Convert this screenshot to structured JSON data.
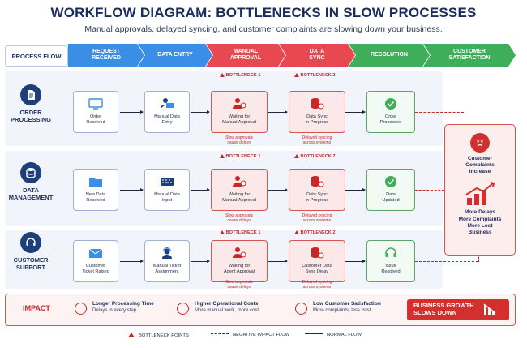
{
  "title": "WORKFLOW DIAGRAM: BOTTLENECKS IN SLOW PROCESSES",
  "subtitle": "Manual approvals, delayed syncing, and customer complaints are slowing down your business.",
  "process_flow_label": "PROCESS FLOW",
  "stages": [
    {
      "label": "REQUEST\nRECEIVED",
      "color": "#3a8ee6"
    },
    {
      "label": "DATA ENTRY",
      "color": "#3a8ee6"
    },
    {
      "label": "MANUAL\nAPPROVAL",
      "color": "#e8484f"
    },
    {
      "label": "DATA\nSYNC",
      "color": "#e8484f"
    },
    {
      "label": "RESOLUTION",
      "color": "#3fae5a"
    },
    {
      "label": "CUSTOMER\nSATISFACTION",
      "color": "#3fae5a"
    }
  ],
  "rows": [
    {
      "label": "ORDER\nPROCESSING",
      "icon": "document-icon",
      "steps": [
        "Order\nReceived",
        "Manual Data\nEntry",
        "Waiting for\nManual Approval",
        "Data Sync\nin Progress",
        "Order\nProcessed"
      ],
      "bottleneck_labels": [
        "BOTTLENECK 1",
        "BOTTLENECK 2"
      ],
      "notes": [
        "Slow approvals\ncause delays",
        "Delayed syncing\nacross systems"
      ]
    },
    {
      "label": "DATA\nMANAGEMENT",
      "icon": "database-icon",
      "steps": [
        "New Data\nReceived",
        "Manual Data\nInput",
        "Waiting for\nManual Approval",
        "Data Sync\nin Progress",
        "Data\nUpdated"
      ],
      "bottleneck_labels": [
        "BOTTLENECK 1",
        "BOTTLENECK 2"
      ],
      "notes": [
        "Slow approvals\ncause delays",
        "Delayed syncing\nacross systems"
      ]
    },
    {
      "label": "CUSTOMER\nSUPPORT",
      "icon": "headset-icon",
      "steps": [
        "Customer\nTicket Raised",
        "Manual Ticket\nAssignment",
        "Waiting for\nAgent Approval",
        "Customer Data\nSync Delay",
        "Issue\nResolved"
      ],
      "bottleneck_labels": [
        "BOTTLENECK 1",
        "BOTTLENECK 2"
      ],
      "notes": [
        "Slow approvals\ncause delays",
        "Delayed syncing\nacross systems"
      ]
    }
  ],
  "outcome": {
    "top_text": "Customer\nComplaints\nIncrease",
    "bottom_text": "More Delays\nMore Complaints\nMore Lost\nBusiness"
  },
  "impact": {
    "label": "IMPACT",
    "items": [
      {
        "title": "Longer Processing Time",
        "desc": "Delays in every step"
      },
      {
        "title": "Higher Operational Costs",
        "desc": "More manual work, more cost"
      },
      {
        "title": "Low Customer Satisfaction",
        "desc": "More complaints, less trust"
      }
    ],
    "growth": "BUSINESS GROWTH\nSLOWS DOWN"
  },
  "legend": {
    "bottleneck": "BOTTLENECK POINTS",
    "negative": "NEGATIVE IMPACT FLOW",
    "normal": "NORMAL FLOW"
  },
  "colors": {
    "accent": "#1e3f7a",
    "danger": "#d32f2f",
    "ok": "#3fae5a",
    "flow": "#3a8ee6"
  }
}
